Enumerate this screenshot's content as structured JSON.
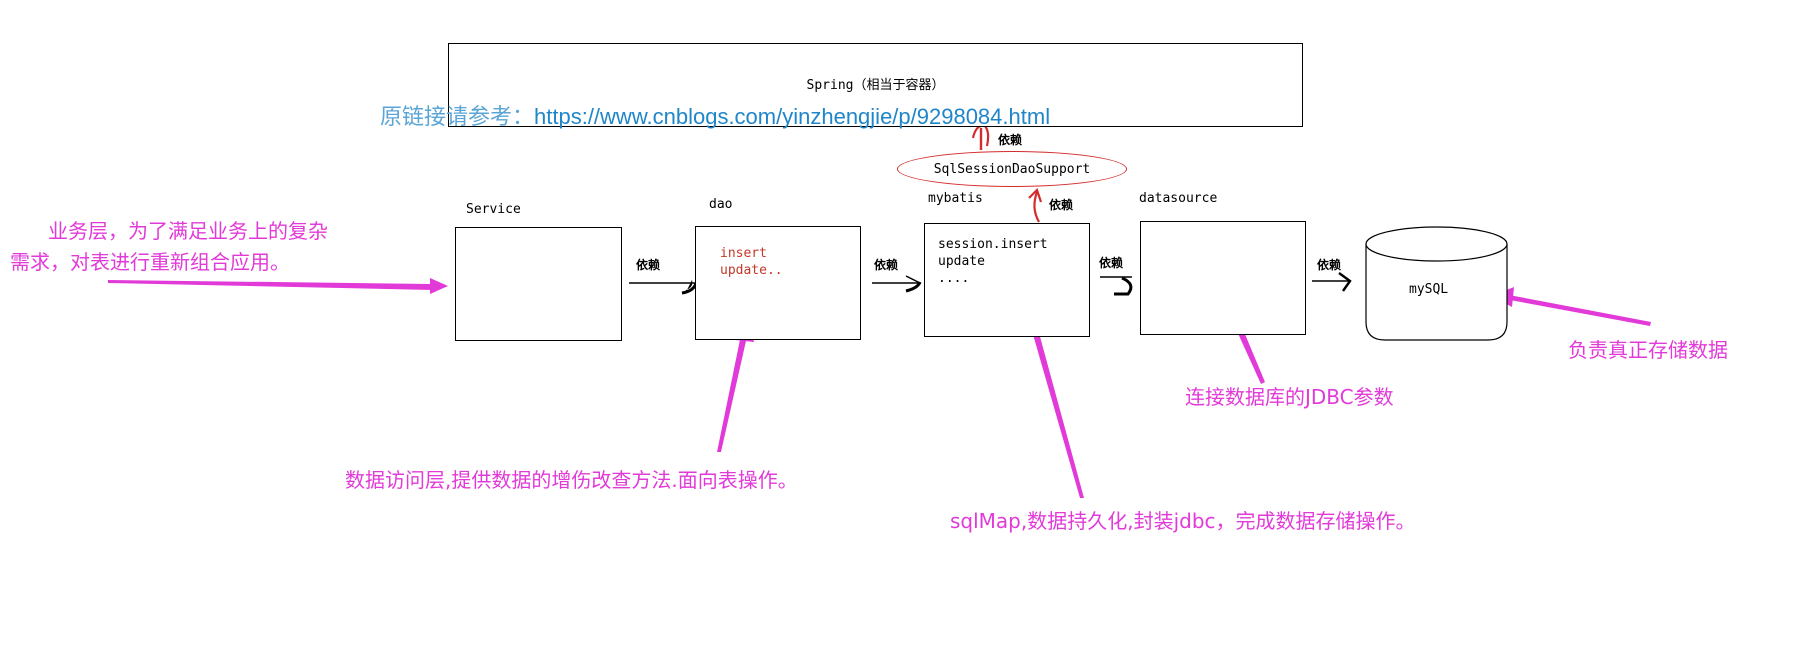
{
  "spring": {
    "title": "Spring（相当于容器）"
  },
  "source": {
    "prefix": "原链接请参考：",
    "url": "https://www.cnblogs.com/yinzhengjie/p/9298084.html"
  },
  "support": {
    "label": "SqlSessionDaoSupport"
  },
  "dependency_label": "依赖",
  "layers": {
    "service": {
      "label": "Service"
    },
    "dao": {
      "label": "dao",
      "lines": [
        "insert",
        "update.."
      ]
    },
    "mybatis": {
      "label": "mybatis",
      "lines": [
        "session.insert",
        "update",
        "...."
      ]
    },
    "datasource": {
      "label": "datasource"
    },
    "mysql": {
      "label": "mySQL"
    }
  },
  "annotations": {
    "service_line1": "业务层，为了满足业务上的复杂",
    "service_line2": "需求，对表进行重新组合应用。",
    "dao": "数据访问层,提供数据的增伤改查方法.面向表操作。",
    "mybatis": "sqlMap,数据持久化,封装jdbc，完成数据存储操作。",
    "datasource": "连接数据库的JDBC参数",
    "mysql": "负责真正存储数据"
  },
  "colors": {
    "annotation": "#e23ad8",
    "link": "#1f86c9",
    "support_outline": "#d42c2c",
    "code": "#c0392b"
  }
}
